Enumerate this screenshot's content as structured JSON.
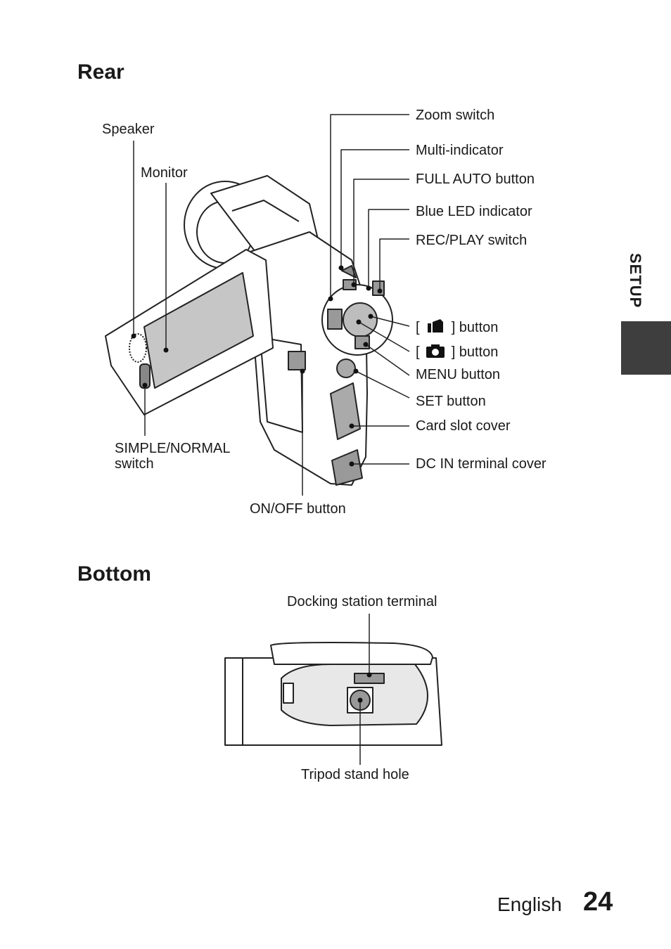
{
  "sections": {
    "rear": "Rear",
    "bottom": "Bottom"
  },
  "side_tab": "SETUP",
  "rear_labels": {
    "speaker": "Speaker",
    "monitor": "Monitor",
    "zoom_switch": "Zoom switch",
    "multi_indicator": "Multi-indicator",
    "full_auto_button": "FULL AUTO button",
    "blue_led_indicator": "Blue LED indicator",
    "rec_play_switch": "REC/PLAY switch",
    "movie_button_open": "[",
    "movie_button_close": "] button",
    "photo_button_open": "[",
    "photo_button_close": "] button",
    "menu_button": "MENU button",
    "set_button": "SET button",
    "card_slot_cover": "Card slot cover",
    "dc_in_terminal_cover": "DC IN terminal cover",
    "simple_normal_switch": "SIMPLE/NORMAL\nswitch",
    "on_off_button": "ON/OFF button"
  },
  "bottom_labels": {
    "docking_station_terminal": "Docking station terminal",
    "tripod_stand_hole": "Tripod stand hole"
  },
  "icons": {
    "movie": "video-camera-icon",
    "photo": "still-camera-icon"
  },
  "footer": {
    "language": "English",
    "page_number": "24"
  }
}
